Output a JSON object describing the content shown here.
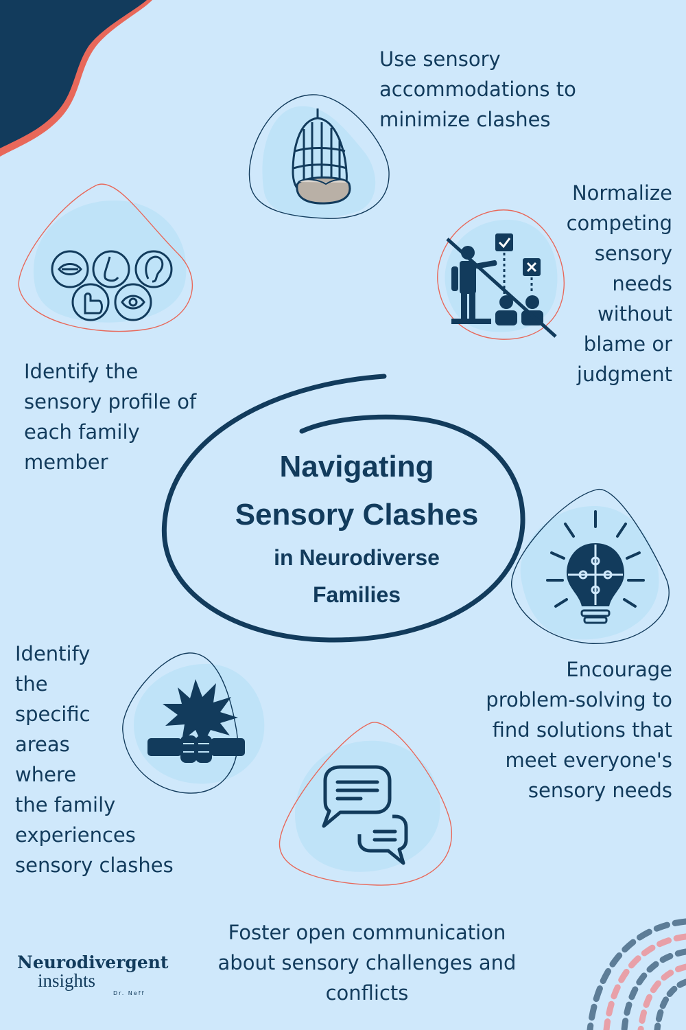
{
  "title": {
    "line1": "Navigating",
    "line2": "Sensory Clashes",
    "line3": "in Neurodiverse",
    "line4": "Families"
  },
  "tips": {
    "accommodations": "Use sensory\naccommodations to\nminimize clashes",
    "normalize": "Normalize\ncompeting\nsensory \nneeds \nwithout\nblame or\njudgment",
    "profile": "Identify the\nsensory profile of\neach family\nmember",
    "problem_solving": "Encourage \nproblem-solving to\nfind solutions that\nmeet everyone's\nsensory needs",
    "areas": "Identify\nthe\nspecific\nareas\nwhere\nthe family\nexperiences\nsensory clashes",
    "communication": "Foster open communication\nabout sensory challenges and\nconflicts"
  },
  "icons": {
    "accommodations": "hanging-egg-chair-icon",
    "normalize": "teacher-scale-icon",
    "profile": "five-senses-icon",
    "problem_solving": "puzzle-lightbulb-icon",
    "areas": "clash-fists-icon",
    "communication": "chat-bubbles-icon"
  },
  "logo": {
    "line1": "Neurodivergent",
    "line2": "insights",
    "line3": "Dr. Neff"
  },
  "colors": {
    "background": "#cfe8fb",
    "blob": "#bfe3f8",
    "navy": "#123b5c",
    "coral": "#e8685a",
    "dash_pink": "#e8a0a8",
    "dash_slate": "#5d7d97"
  }
}
